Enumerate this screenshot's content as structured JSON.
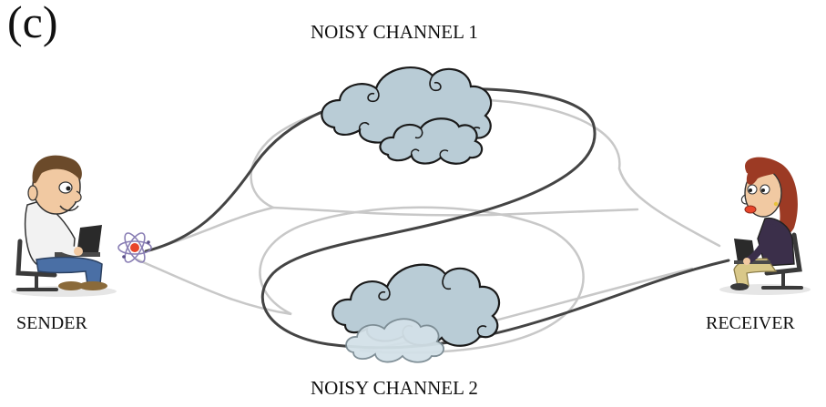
{
  "panel_label": "(c)",
  "channel_top_label": "NOISY CHANNEL 1",
  "channel_bottom_label": "NOISY CHANNEL 2",
  "sender_label": "SENDER",
  "receiver_label": "RECEIVER",
  "colors": {
    "cloud_fill": "#b9ccd6",
    "cloud_fill_light": "#d3e1e8",
    "cloud_outline": "#1a1a1a",
    "path_dark": "#444444",
    "path_light": "#c8c8c8",
    "atom_nucleus": "#e8452a",
    "atom_orbit": "#8a7fb5",
    "sender_shirt": "#f2f2f2",
    "sender_pants": "#4a6fa5",
    "receiver_top": "#3b2f4a",
    "receiver_pants": "#d9c889",
    "receiver_hair": "#9c3a24",
    "skin": "#f1c9a2",
    "laptop": "#2a2a2a",
    "chair": "#3a3a3a"
  },
  "icons": [
    "atom-icon",
    "sender-figure",
    "receiver-figure",
    "cloud-icon"
  ]
}
